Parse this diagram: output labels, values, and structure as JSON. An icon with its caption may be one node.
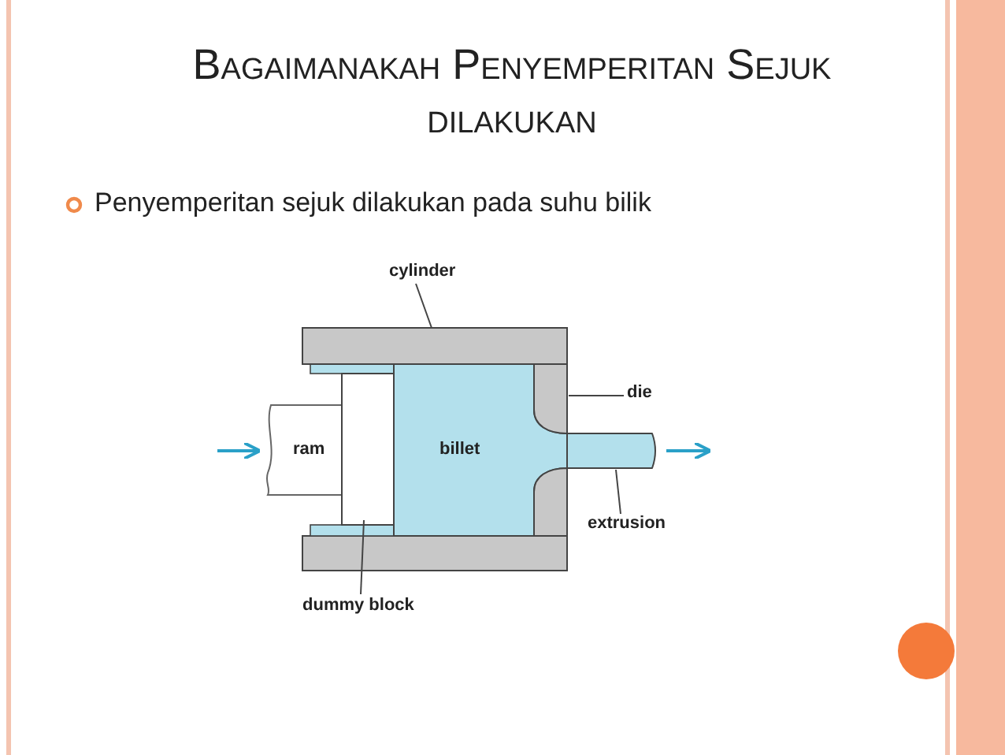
{
  "diagram": {
    "title": "Bagaimanakah Penyemperitan Sejuk dilakukan",
    "nodes": [
      {
        "text": [
          "cylinder"
        ]
      },
      {
        "text": [],
        "shape": "box"
      },
      {
        "text": [
          "die"
        ]
      },
      {
        "text": [],
        "shape": "box"
      },
      {
        "text": [
          "extrusion"
        ]
      },
      {
        "text": [],
        "shape": "bar"
      },
      {
        "text": [
          "dummy block"
        ]
      },
      {
        "text": [],
        "shape": "box"
      }
    ],
    "edges": [
      {
        "from": 0,
        "to": 1,
        "arrow": "none"
      },
      {
        "from": 2,
        "to": 3,
        "arrow": "none"
      },
      {
        "from": 4,
        "to": 5,
        "arrow": "none"
      },
      {
        "from": 6,
        "to": 7,
        "arrow": "none"
      }
    ],
    "labels": [
      "Penyemperitan sejuk dilakukan pada suhu bilik",
      "ram",
      "billet"
    ]
  }
}
